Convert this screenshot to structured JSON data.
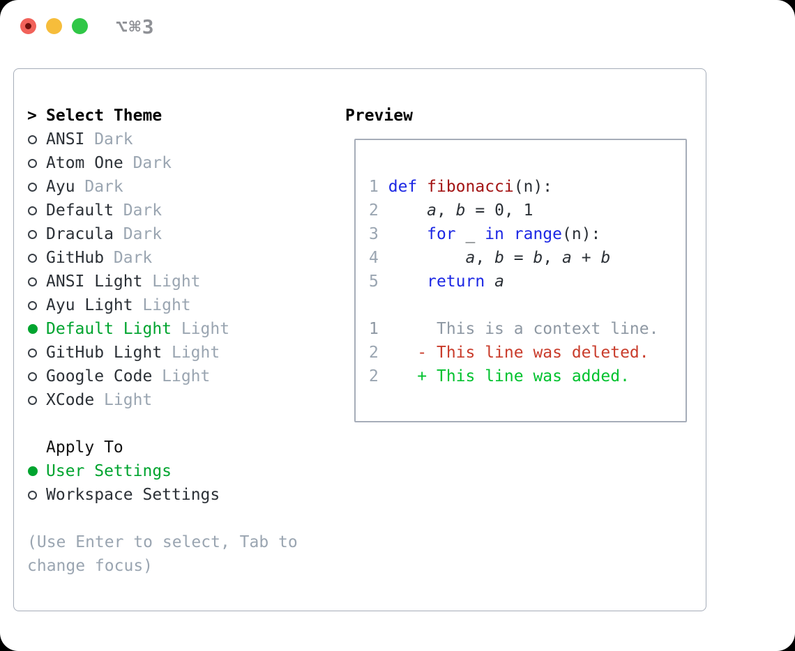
{
  "window": {
    "title": "⌥⌘3",
    "traffic_lights": [
      "close",
      "minimize",
      "zoom"
    ]
  },
  "colors": {
    "accent_green": "#00a42f",
    "keyword_blue": "#1c27e4",
    "function_red": "#a31414",
    "diff_deleted_red": "#c93c2b",
    "diff_added_green": "#00c22e",
    "muted_gray": "#9aa5b1",
    "panel_border": "#a6adb9"
  },
  "theme_picker": {
    "prompt": ">",
    "title": "Select Theme",
    "items": [
      {
        "name": "ANSI",
        "variant": "Dark",
        "selected": false
      },
      {
        "name": "Atom One",
        "variant": "Dark",
        "selected": false
      },
      {
        "name": "Ayu",
        "variant": "Dark",
        "selected": false
      },
      {
        "name": "Default",
        "variant": "Dark",
        "selected": false
      },
      {
        "name": "Dracula",
        "variant": "Dark",
        "selected": false
      },
      {
        "name": "GitHub",
        "variant": "Dark",
        "selected": false
      },
      {
        "name": "ANSI Light",
        "variant": "Light",
        "selected": false
      },
      {
        "name": "Ayu Light",
        "variant": "Light",
        "selected": false
      },
      {
        "name": "Default Light",
        "variant": "Light",
        "selected": true
      },
      {
        "name": "GitHub Light",
        "variant": "Light",
        "selected": false
      },
      {
        "name": "Google Code",
        "variant": "Light",
        "selected": false
      },
      {
        "name": "XCode",
        "variant": "Light",
        "selected": false
      }
    ]
  },
  "apply_to": {
    "title": "Apply To",
    "options": [
      {
        "label": "User Settings",
        "selected": true
      },
      {
        "label": "Workspace Settings",
        "selected": false
      }
    ]
  },
  "help_text": "(Use Enter to select, Tab to change focus)",
  "preview": {
    "title": "Preview",
    "code_lines": [
      {
        "number": "1",
        "tokens": [
          {
            "t": "def",
            "c": "kw"
          },
          {
            "t": " "
          },
          {
            "t": "fibonacci",
            "c": "fn"
          },
          {
            "t": "(n):"
          }
        ]
      },
      {
        "number": "2",
        "tokens": [
          {
            "t": "    "
          },
          {
            "t": "a",
            "c": "var"
          },
          {
            "t": ", "
          },
          {
            "t": "b",
            "c": "var"
          },
          {
            "t": " = 0, 1"
          }
        ]
      },
      {
        "number": "3",
        "tokens": [
          {
            "t": "    "
          },
          {
            "t": "for",
            "c": "kw"
          },
          {
            "t": " _ "
          },
          {
            "t": "in",
            "c": "kw"
          },
          {
            "t": " "
          },
          {
            "t": "range",
            "c": "kw"
          },
          {
            "t": "(n):"
          }
        ]
      },
      {
        "number": "4",
        "tokens": [
          {
            "t": "        "
          },
          {
            "t": "a",
            "c": "var"
          },
          {
            "t": ", "
          },
          {
            "t": "b",
            "c": "var"
          },
          {
            "t": " = "
          },
          {
            "t": "b",
            "c": "var"
          },
          {
            "t": ", "
          },
          {
            "t": "a",
            "c": "var"
          },
          {
            "t": " + "
          },
          {
            "t": "b",
            "c": "var"
          }
        ]
      },
      {
        "number": "5",
        "tokens": [
          {
            "t": "    "
          },
          {
            "t": "return",
            "c": "kw"
          },
          {
            "t": " "
          },
          {
            "t": "a",
            "c": "var"
          }
        ]
      }
    ],
    "diff_lines": [
      {
        "number": "1",
        "marker": " ",
        "text": "This is a context line.",
        "kind": "context"
      },
      {
        "number": "2",
        "marker": "-",
        "text": "This line was deleted.",
        "kind": "deleted"
      },
      {
        "number": "2",
        "marker": "+",
        "text": "This line was added.",
        "kind": "added"
      }
    ]
  }
}
